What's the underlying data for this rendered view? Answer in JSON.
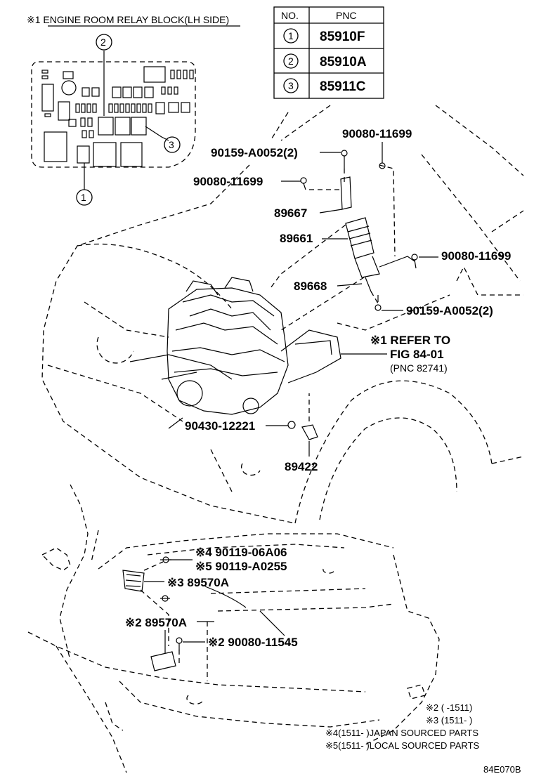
{
  "inset": {
    "title": "※1  ENGINE ROOM RELAY BLOCK(LH SIDE)",
    "callouts": [
      "1",
      "2",
      "3"
    ]
  },
  "table": {
    "headers": [
      "NO.",
      "PNC"
    ],
    "rows": [
      {
        "no": "1",
        "pnc": "85910F"
      },
      {
        "no": "2",
        "pnc": "85910A"
      },
      {
        "no": "3",
        "pnc": "85911C"
      }
    ]
  },
  "labels": {
    "p90080_top": "90080-11699",
    "p90159_top": "90159-A0052(2)",
    "p90080_left": "90080-11699",
    "p89667": "89667",
    "p89661": "89661",
    "p90080_right": "90080-11699",
    "p89668": "89668",
    "p90159_bottom": "90159-A0052(2)",
    "refer_line1": "※1 REFER TO",
    "refer_line2": "FIG 84-01",
    "refer_line3": "(PNC 82741)",
    "p90430": "90430-12221",
    "p89422": "89422",
    "p90119_06": "※4 90119-06A06",
    "p90119_A0": "※5 90119-A0255",
    "p89570A_3": "※3 89570A",
    "p89570A_2": "※2 89570A",
    "p90080_11545": "※2 90080-11545"
  },
  "notes": {
    "n2": "※2 (       -1511)",
    "n3": "※3 (1511-       )",
    "n4": "※4(1511-        )JAPAN SOURCED PARTS",
    "n5": "※5(1511-        )LOCAL SOURCED PARTS"
  },
  "figure_id": "84E070B"
}
